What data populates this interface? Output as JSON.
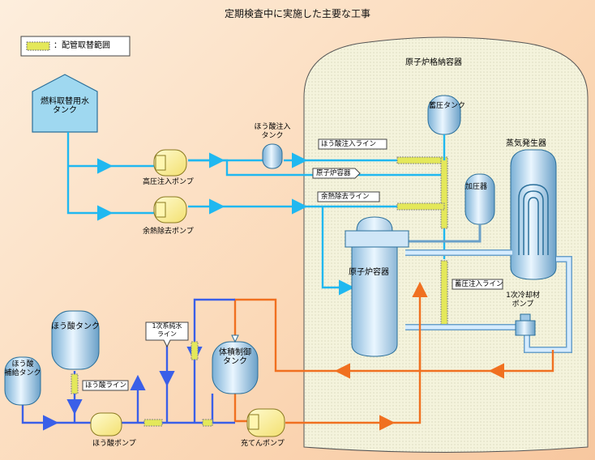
{
  "title": "定期検査中に実施した主要な工事",
  "legend": {
    "label": "：配管取替範囲"
  },
  "containment": "原子炉格納容器",
  "components": {
    "fuel_water_tank": "燃料取替用水\nタンク",
    "boric_injection_tank": "ほう酸注入\nタンク",
    "high_pressure_pump": "高圧注入ポンプ",
    "residual_heat_pump": "余熱除去ポンプ",
    "accumulator_tank": "蓄圧タンク",
    "pressurizer": "加圧器",
    "steam_generator": "蒸気発生器",
    "reactor_vessel": "原子炉容器",
    "coolant_pump": "1次冷却材\nポンプ",
    "boric_acid_tank": "ほう酸タンク",
    "boric_makeup_tank": "ほう酸\n補給タンク",
    "volume_control_tank": "体積制御\nタンク",
    "boric_acid_pump": "ほう酸ポンプ",
    "charging_pump": "充てんポンプ",
    "primary_makeup_water": "1次系純水\nライン"
  },
  "line_tags": {
    "boric_injection_line": "ほう酸注入ライン",
    "to_reactor_vessel": "原子炉容器",
    "residual_heat_line": "余熱除去ライン",
    "accumulator_injection_line": "蓄圧注入ライン",
    "boric_acid_line": "ほう酸ライン"
  },
  "colors": {
    "injection_line": "#20b8f0",
    "charging_line": "#3a5fe8",
    "letdown_line": "#f07020",
    "replacement_range": "#e4e85a"
  }
}
